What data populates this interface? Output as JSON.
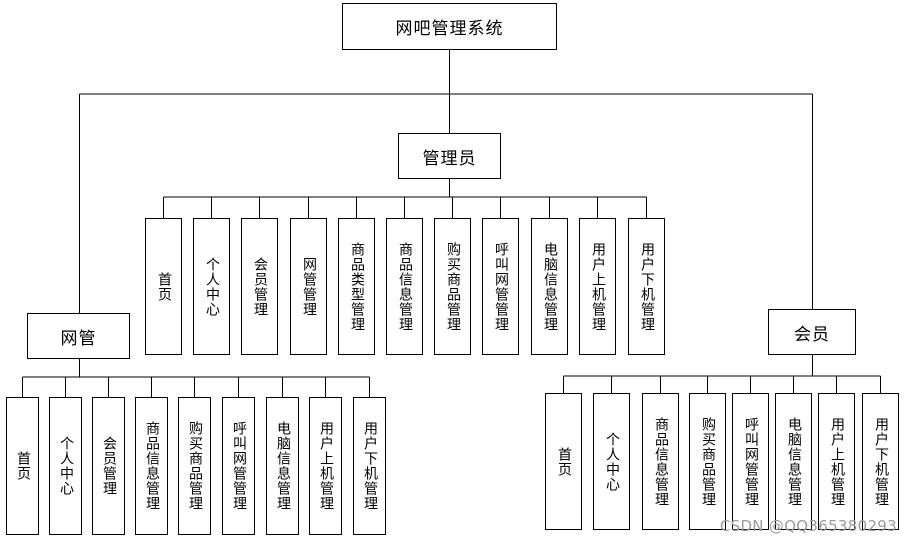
{
  "root": "网吧管理系统",
  "groups": {
    "admin": {
      "label": "管理员",
      "items": [
        "首页",
        "个人中心",
        "会员管理",
        "网管管理",
        "商品类型管理",
        "商品信息管理",
        "购买商品管理",
        "呼叫网管管理",
        "电脑信息管理",
        "用户上机管理",
        "用户下机管理"
      ]
    },
    "netadmin": {
      "label": "网管",
      "items": [
        "首页",
        "个人中心",
        "会员管理",
        "商品信息管理",
        "购买商品管理",
        "呼叫网管管理",
        "电脑信息管理",
        "用户上机管理",
        "用户下机管理"
      ]
    },
    "member": {
      "label": "会员",
      "items": [
        "首页",
        "个人中心",
        "商品信息管理",
        "购买商品管理",
        "呼叫网管管理",
        "电脑信息管理",
        "用户上机管理",
        "用户下机管理"
      ]
    }
  },
  "watermark": "CSDN @QQ365380293"
}
